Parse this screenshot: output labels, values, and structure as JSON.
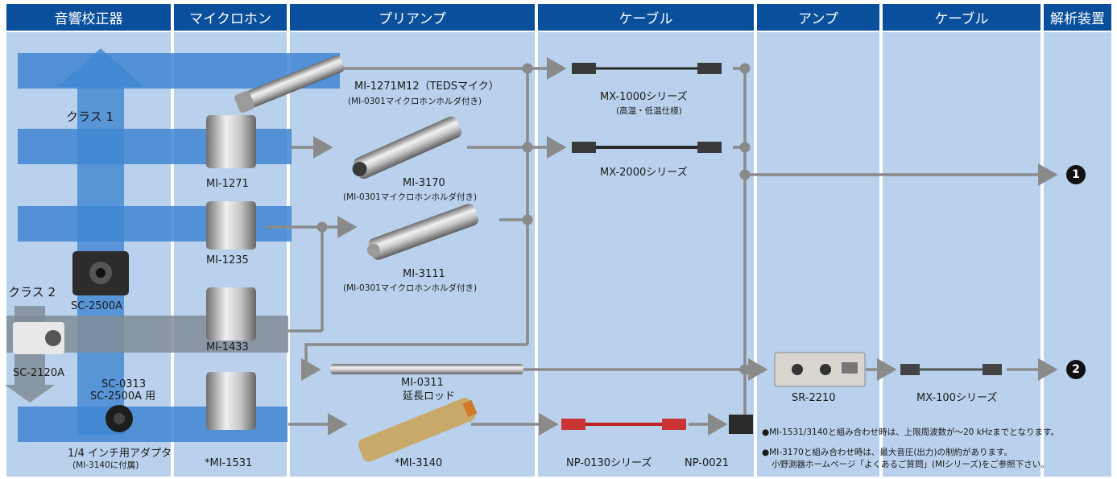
{
  "headers": [
    "音響校正器",
    "マイクロホン",
    "プリアンプ",
    "ケーブル",
    "アンプ",
    "ケーブル",
    "解析装置"
  ],
  "classes": {
    "class1": "クラス 1",
    "class2": "クラス 2"
  },
  "calibrators": {
    "sc2500a": "SC-2500A",
    "sc2120a": "SC-2120A",
    "sc0313_line1": "SC-0313",
    "sc0313_line2": "SC-2500A 用"
  },
  "adapter": {
    "line1": "1/4 インチ用アダプタ",
    "line2": "(MI-3140に付属)"
  },
  "microphones": {
    "mi1271": "MI-1271",
    "mi1235": "MI-1235",
    "mi1433": "MI-1433",
    "mi1531": "*MI-1531"
  },
  "preamps": {
    "mi1271m12_line1": "MI-1271M12（TEDSマイク）",
    "mi1271m12_line2": "(MI-0301マイクロホンホルダ付き)",
    "mi3170_line1": "MI-3170",
    "mi3170_line2": "(MI-0301マイクロホンホルダ付き)",
    "mi3111_line1": "MI-3111",
    "mi3111_line2": "(MI-0301マイクロホンホルダ付き)",
    "mi0311_line1": "MI-0311",
    "mi0311_line2": "延長ロッド",
    "mi3140": "*MI-3140"
  },
  "cables": {
    "mx1000_line1": "MX-1000シリーズ",
    "mx1000_line2": "(高温・低温仕様)",
    "mx2000": "MX-2000シリーズ",
    "np0130": "NP-0130シリーズ",
    "np0021": "NP-0021"
  },
  "amp": {
    "sr2210": "SR-2210"
  },
  "cable2": {
    "mx100": "MX-100シリーズ"
  },
  "outputs": {
    "one": "1",
    "two": "2"
  },
  "notes": {
    "note1": "●MI-1531/3140と組み合わせ時は、上限周波数が～20 kHzまでとなります。",
    "note2": "●MI-3170と組み合わせ時は、最大音圧(出力)の制約があります。",
    "note3": "小野測器ホームページ「よくあるご質問」(MIシリーズ)をご参照下さい。"
  },
  "colors": {
    "header": "#0a4f9c",
    "column": "#b9d1ec",
    "band": "#3f86d2",
    "band_class2": "#808c98",
    "wire": "#8a8a8a"
  }
}
